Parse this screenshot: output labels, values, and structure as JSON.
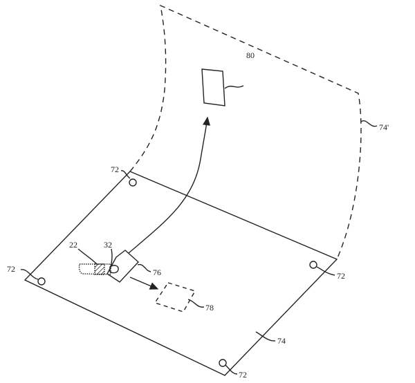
{
  "labels": {
    "sheet_curved": "74'",
    "sheet_flat": "74",
    "window": "80",
    "finger": "22",
    "fingernail": "32",
    "touch_area": "76",
    "target_area": "78",
    "corner_top": "72",
    "corner_left": "72",
    "corner_right": "72",
    "corner_bottom": "72"
  },
  "colors": {
    "line": "#222222"
  }
}
